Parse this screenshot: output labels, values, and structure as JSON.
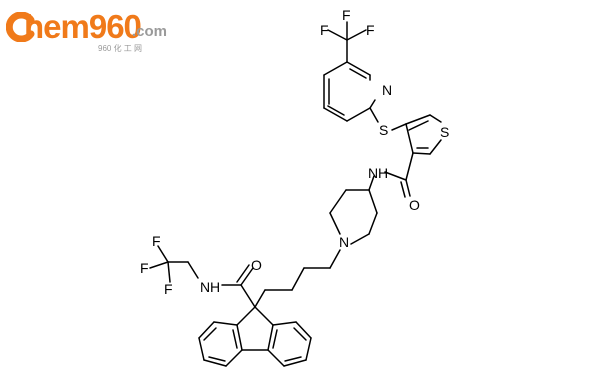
{
  "watermark": {
    "logo_main": "hem960",
    "logo_com": ".com",
    "logo_sub": "960 化 工 网",
    "accent_color": "#f07a1a"
  },
  "molecule": {
    "atoms": {
      "f_top1": "F",
      "f_top2": "F",
      "f_top3": "F",
      "n_pyridine": "N",
      "s_thioether": "S",
      "s_thiophene": "S",
      "n_amide1": "N",
      "h_amide1": "H",
      "o_amide1": "O",
      "n_piperidine": "N",
      "o_amide2": "O",
      "n_amide2": "N",
      "h_amide2": "H",
      "f_left1": "F",
      "f_left2": "F",
      "f_left3": "F"
    }
  }
}
